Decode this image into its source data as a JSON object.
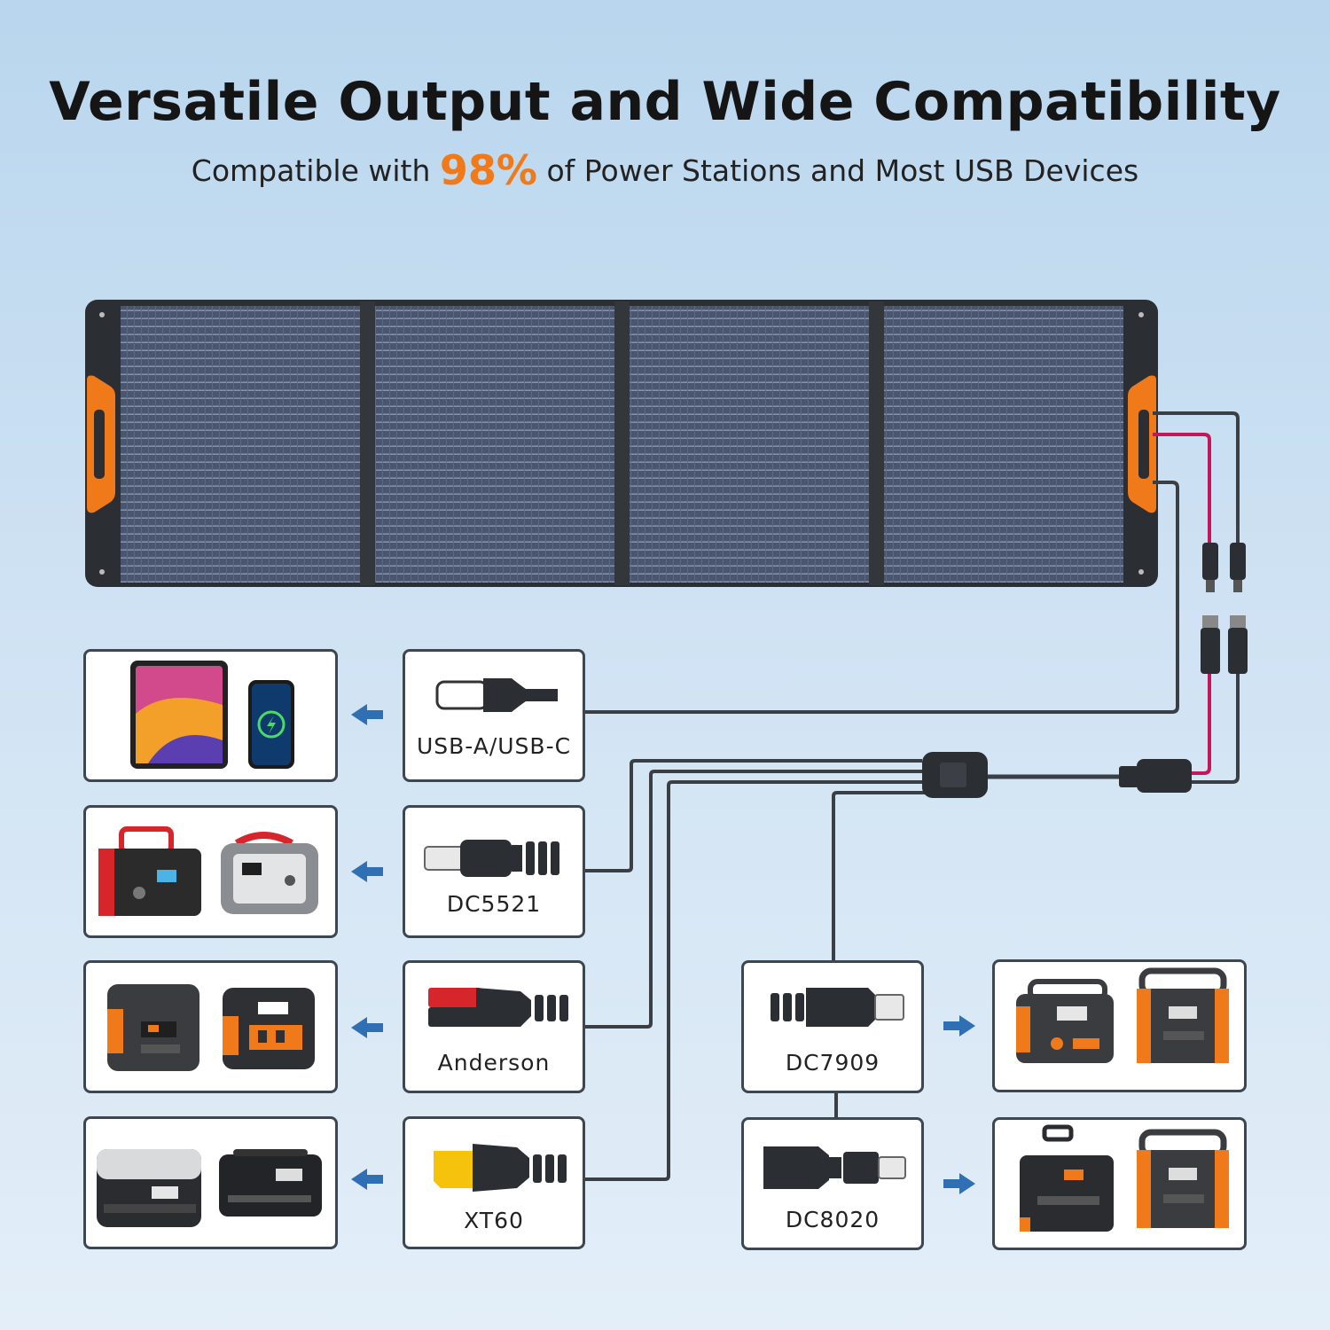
{
  "header": {
    "title": "Versatile Output and Wide Compatibility",
    "subtitle_prefix": "Compatible with",
    "subtitle_highlight": "98%",
    "subtitle_suffix": "of Power Stations and Most USB Devices"
  },
  "connectors": {
    "usb": "USB-A/USB-C",
    "dc5521": "DC5521",
    "anderson": "Anderson",
    "xt60": "XT60",
    "dc7909": "DC7909",
    "dc8020": "DC8020"
  },
  "colors": {
    "accent": "#f07a1a",
    "arrow": "#2f6fb3",
    "frame": "#3d4752",
    "cable": "#3a3f45",
    "cable_red": "#c2185b"
  },
  "device_icons": [
    "tablet-icon",
    "phone-icon",
    "red-power-station-icon",
    "grey-power-station-icon",
    "orange-power-station-icon",
    "orange-power-station-icon",
    "grey-power-station-icon",
    "black-power-station-icon",
    "orange-power-station-icon",
    "orange-power-station-icon"
  ]
}
